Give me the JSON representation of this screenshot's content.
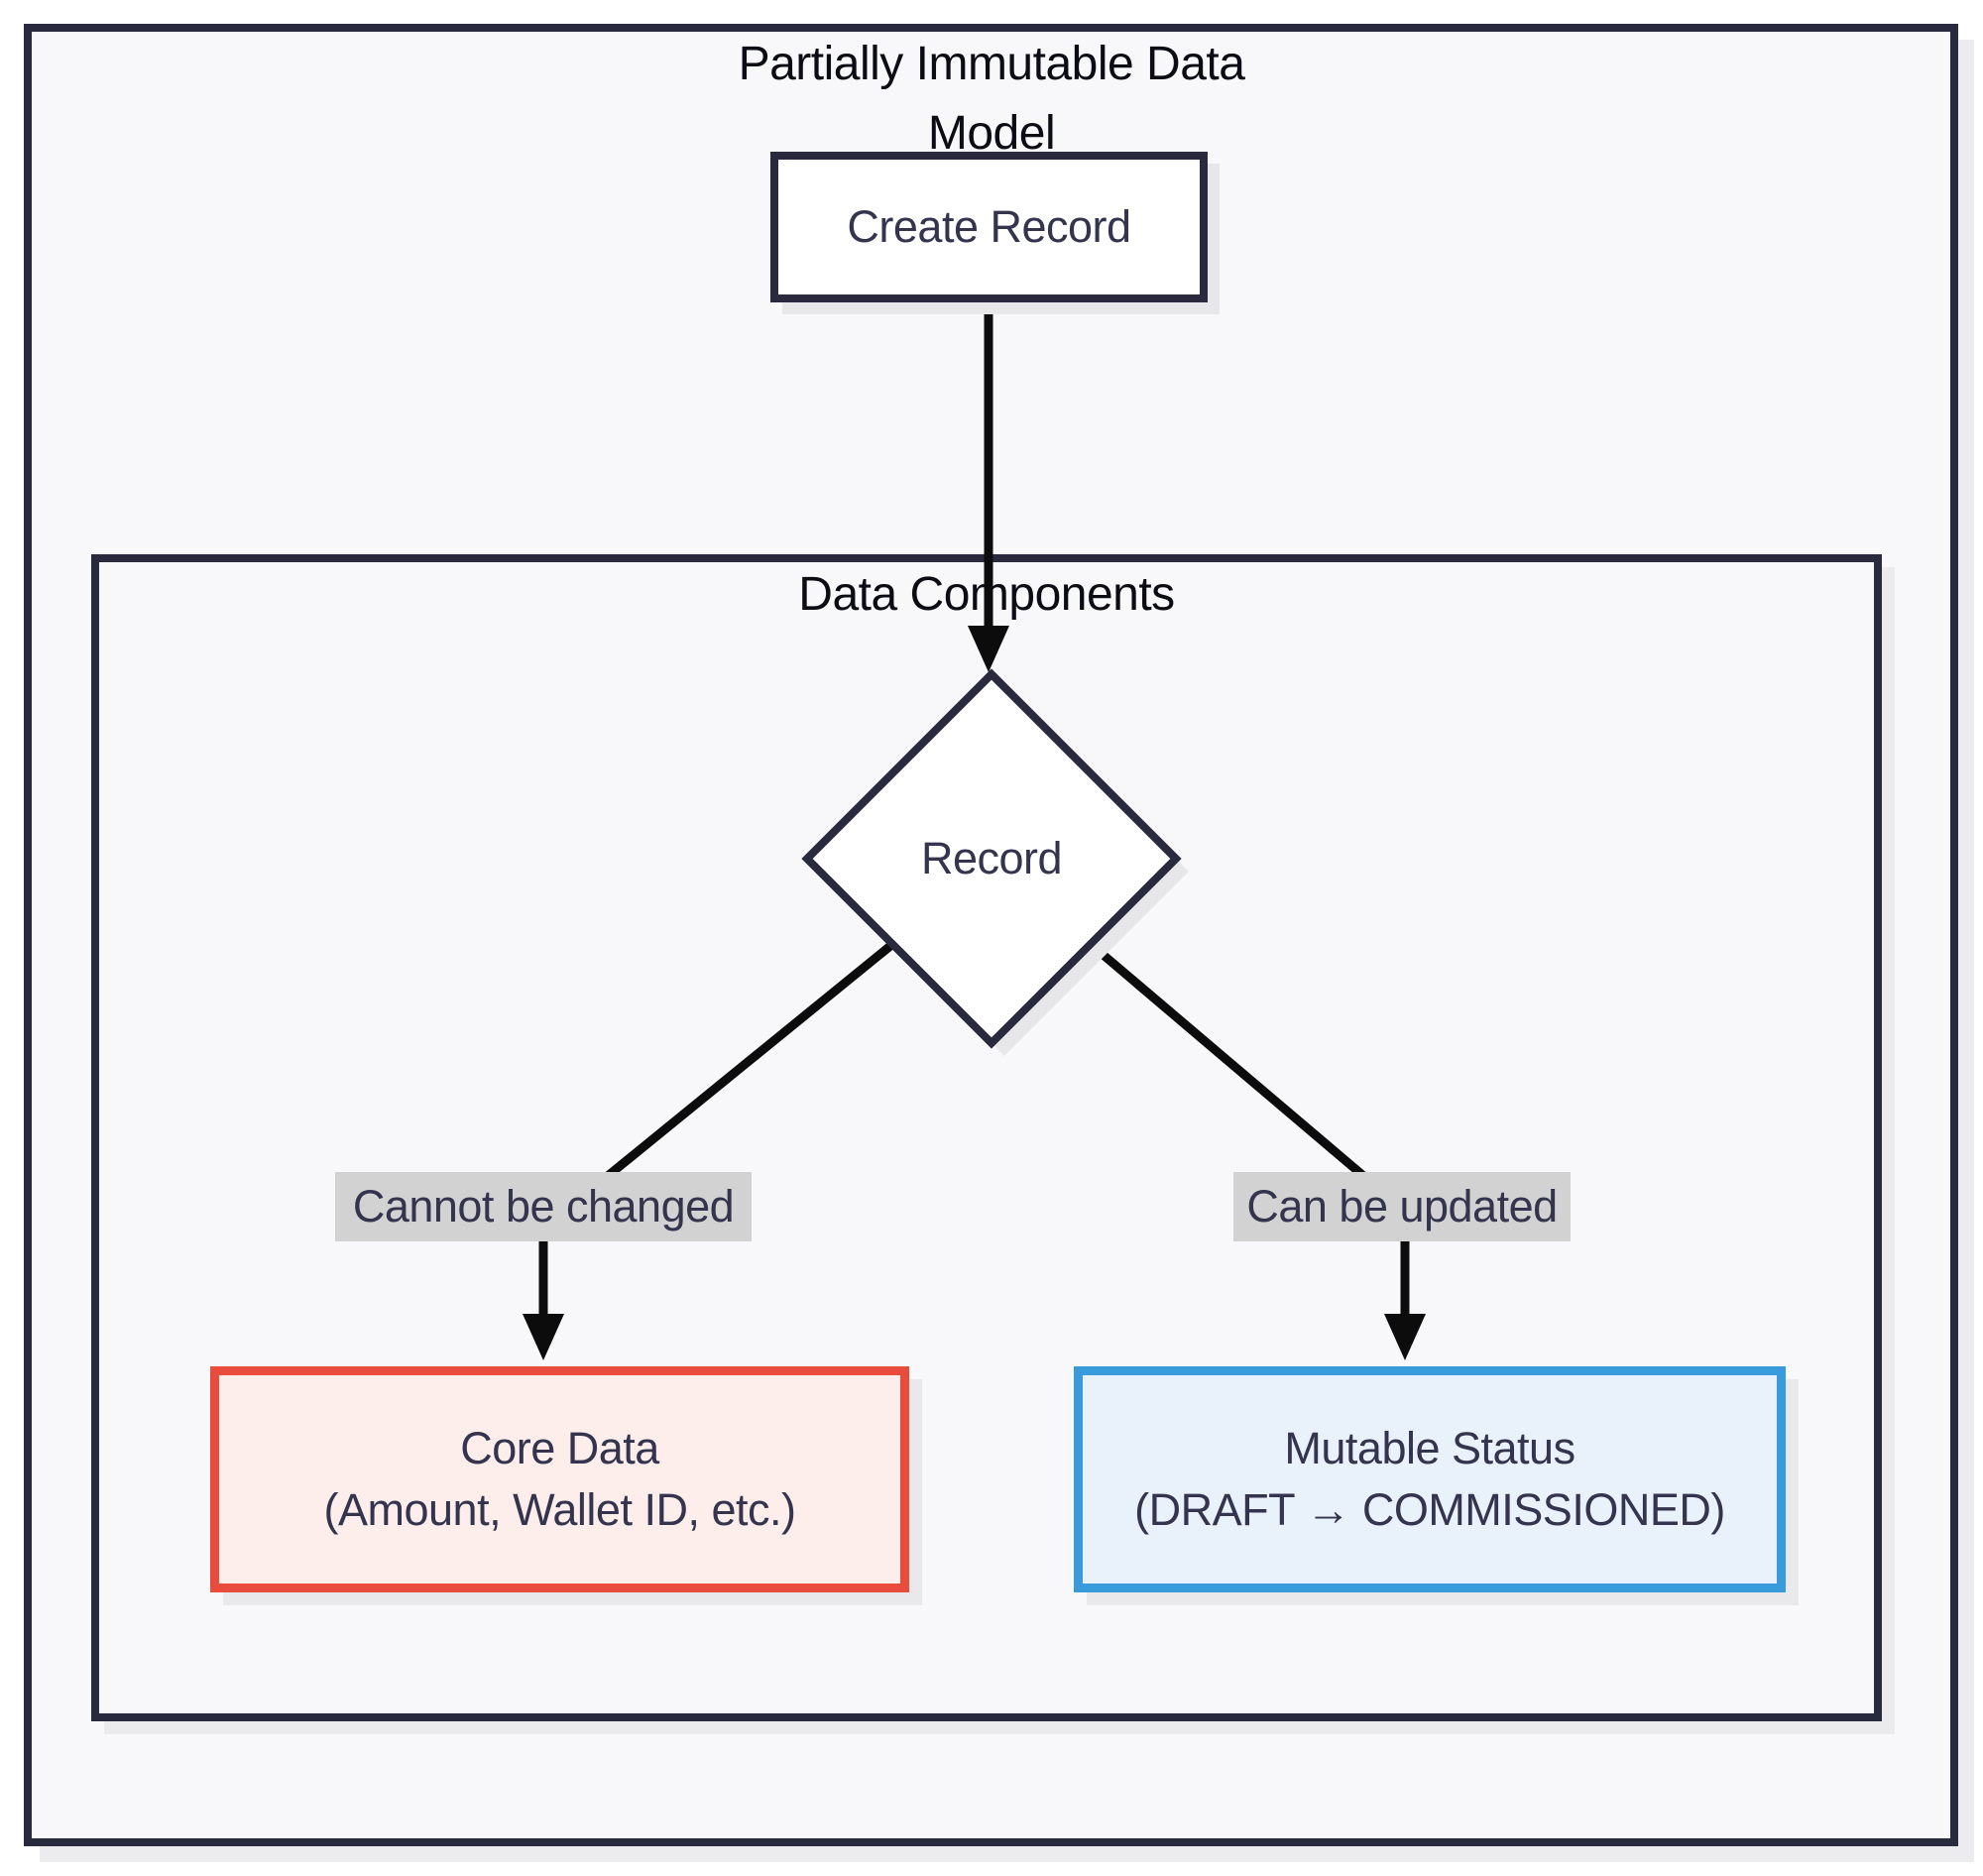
{
  "diagram": {
    "title": "Partially Immutable Data Model",
    "subgraph": {
      "label": "Data Components"
    },
    "nodes": {
      "create_record": {
        "label": "Create Record"
      },
      "record": {
        "label": "Record"
      },
      "core_data": {
        "line1": "Core Data",
        "line2": "(Amount, Wallet ID, etc.)"
      },
      "mutable_status": {
        "line1": "Mutable Status",
        "line2": "(DRAFT → COMMISSIONED)"
      }
    },
    "edges": {
      "left_label": "Cannot be changed",
      "right_label": "Can be updated"
    },
    "colors": {
      "panel_background": "#f8f8fa",
      "navy_border": "#2a2a3e",
      "node_text": "#34344e",
      "edge_line": "#0c0c0c",
      "edge_label_background": "#d2d2d2",
      "immutable_border": "#e74c3c",
      "immutable_fill": "#fdeeec",
      "mutable_border": "#3a9bdc",
      "mutable_fill": "#e9f1fa",
      "shadow": "#e9e9ec"
    }
  }
}
